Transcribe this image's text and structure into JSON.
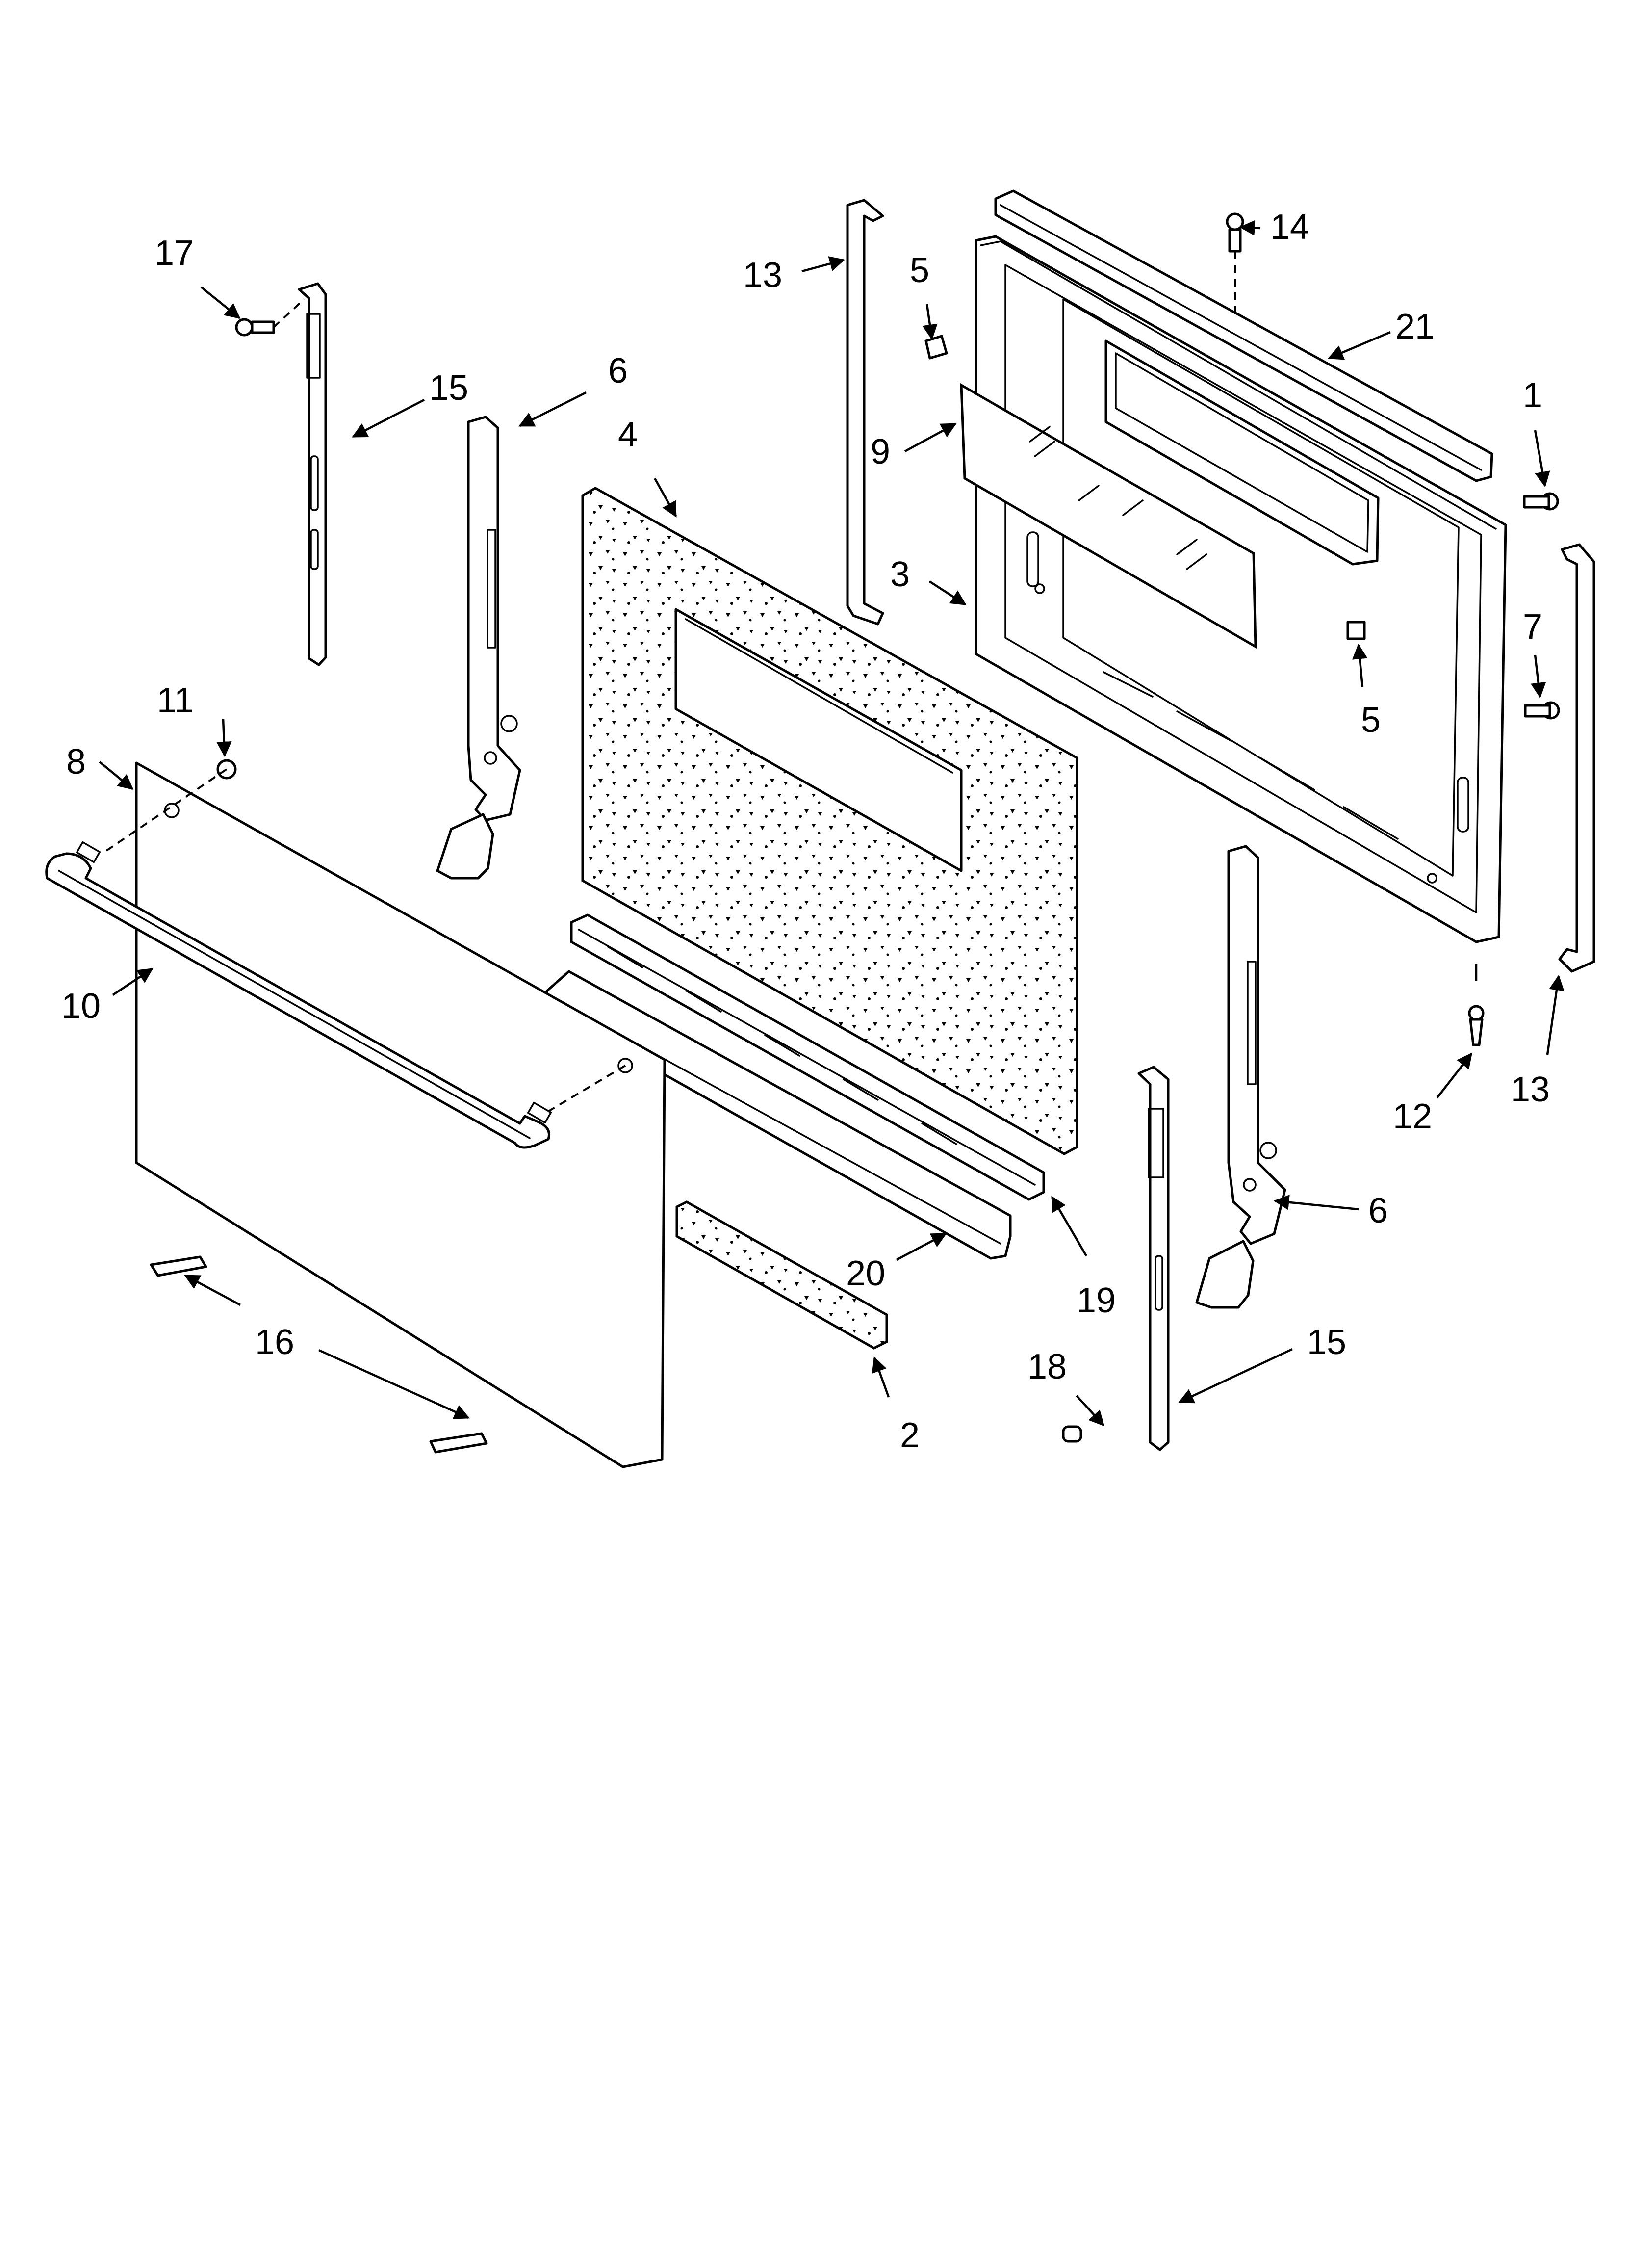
{
  "diagram": {
    "colors": {
      "line": "#000000",
      "background": "#ffffff"
    },
    "callouts": {
      "c1": "1",
      "c2": "2",
      "c3": "3",
      "c4": "4",
      "c5a": "5",
      "c5b": "5",
      "c6a": "6",
      "c6b": "6",
      "c7": "7",
      "c8": "8",
      "c9": "9",
      "c10": "10",
      "c11": "11",
      "c12": "12",
      "c13a": "13",
      "c13b": "13",
      "c14": "14",
      "c15a": "15",
      "c15b": "15",
      "c16": "16",
      "c17": "17",
      "c18": "18",
      "c19": "19",
      "c20": "20",
      "c21": "21"
    }
  }
}
